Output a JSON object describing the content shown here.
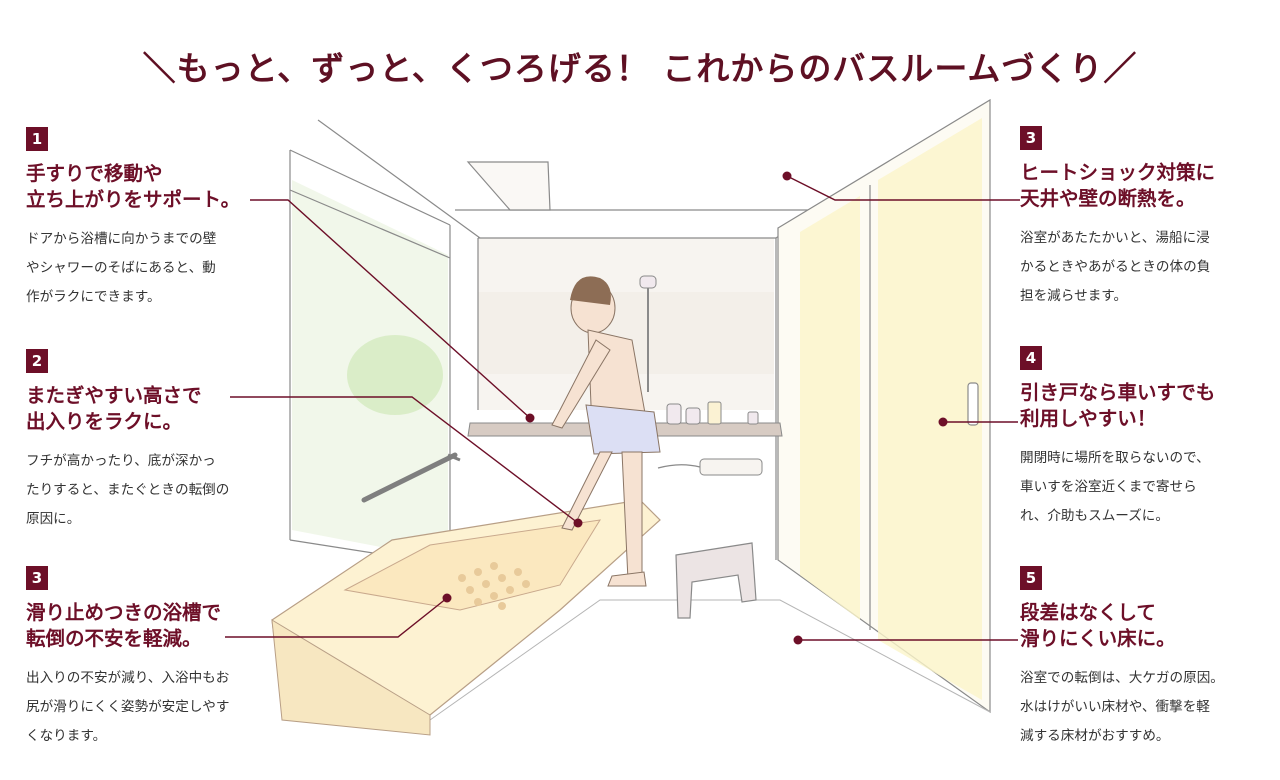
{
  "title": "＼もっと、ずっと、くつろげる！ これからのバスルームづくり／",
  "colors": {
    "accent": "#6d0f28",
    "bath": "#fdf2d2",
    "wall": "#f6f3ef",
    "glow": "#fbf5c9"
  },
  "points": [
    {
      "num": "1",
      "heading": [
        "手すりで移動や",
        "立ち上がりをサポート。"
      ],
      "body": [
        "ドアから浴槽に向かうまでの壁",
        "やシャワーのそばにあると、動",
        "作がラクにできます。"
      ]
    },
    {
      "num": "2",
      "heading": [
        "またぎやすい高さで",
        "出入りをラクに。"
      ],
      "body": [
        "フチが高かったり、底が深かっ",
        "たりすると、またぐときの転倒の",
        "原因に。"
      ]
    },
    {
      "num": "3",
      "heading": [
        "滑り止めつきの浴槽で",
        "転倒の不安を軽減。"
      ],
      "body": [
        "出入りの不安が減り、入浴中もお",
        "尻が滑りにくく姿勢が安定しやす",
        "くなります。"
      ]
    },
    {
      "num": "3",
      "heading": [
        "ヒートショック対策に",
        "天井や壁の断熱を。"
      ],
      "body": [
        "浴室があたたかいと、湯船に浸",
        "かるときやあがるときの体の負",
        "担を減らせます。"
      ]
    },
    {
      "num": "4",
      "heading": [
        "引き戸なら車いすでも",
        "利用しやすい！"
      ],
      "body": [
        "開閉時に場所を取らないので、",
        "車いすを浴室近くまで寄せら",
        "れ、介助もスムーズに。"
      ]
    },
    {
      "num": "5",
      "heading": [
        "段差はなくして",
        "滑りにくい床に。"
      ],
      "body": [
        "浴室での転倒は、大ケガの原因。",
        "水はけがいい床材や、衝撃を軽",
        "減する床材がおすすめ。"
      ]
    }
  ]
}
